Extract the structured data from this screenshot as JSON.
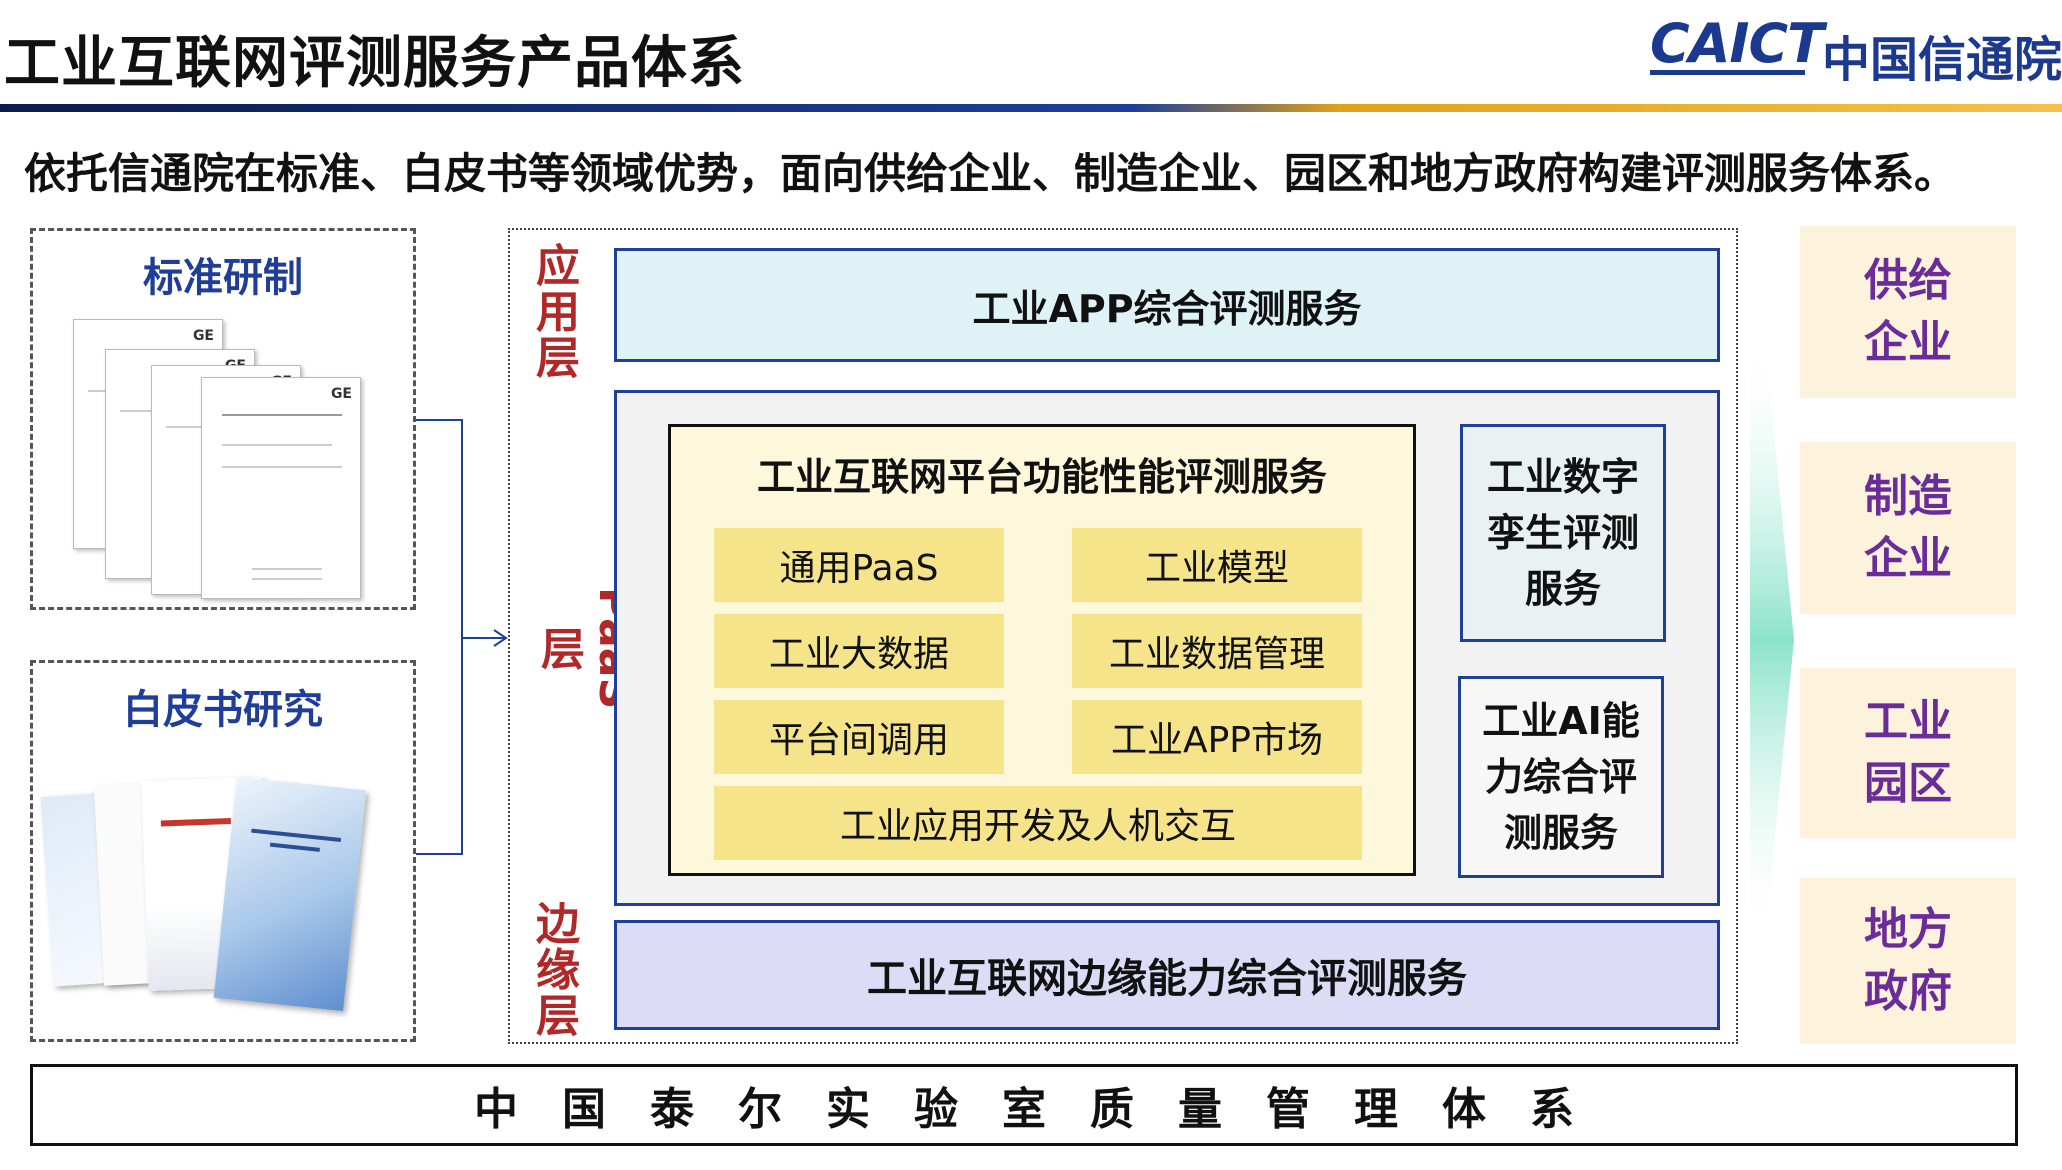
{
  "header": {
    "title": "工业互联网评测服务产品体系",
    "logo_en": "CAICT",
    "logo_zh": "中国信通院"
  },
  "subtitle": "依托信通院在标准、白皮书等领域优势，面向供给企业、制造企业、园区和地方政府构建评测服务体系。",
  "left": {
    "standards_title": "标准研制",
    "whitepaper_title": "白皮书研究",
    "doc_mark": "GE"
  },
  "layers": {
    "app_label": "应用层",
    "paas_label": "PaaS层",
    "edge_label": "边缘层"
  },
  "app_service": "工业APP综合评测服务",
  "paas": {
    "inner_title": "工业互联网平台功能性能评测服务",
    "items": [
      "通用PaaS",
      "工业模型",
      "工业大数据",
      "工业数据管理",
      "平台间调用",
      "工业APP市场"
    ],
    "wide_item": "工业应用开发及人机交互",
    "digital_twin": "工业数字孪生评测服务",
    "ai": "工业AI能力综合评测服务"
  },
  "edge_service": "工业互联网边缘能力综合评测服务",
  "targets": [
    "供给企业",
    "制造企业",
    "工业园区",
    "地方政府"
  ],
  "bottom_bar": "中国泰尔实验室质量管理体系",
  "colors": {
    "accent_blue": "#1e3f9a",
    "layer_red": "#b02828",
    "target_purple": "#6a2c98",
    "pill_yellow": "#f6e48a"
  }
}
